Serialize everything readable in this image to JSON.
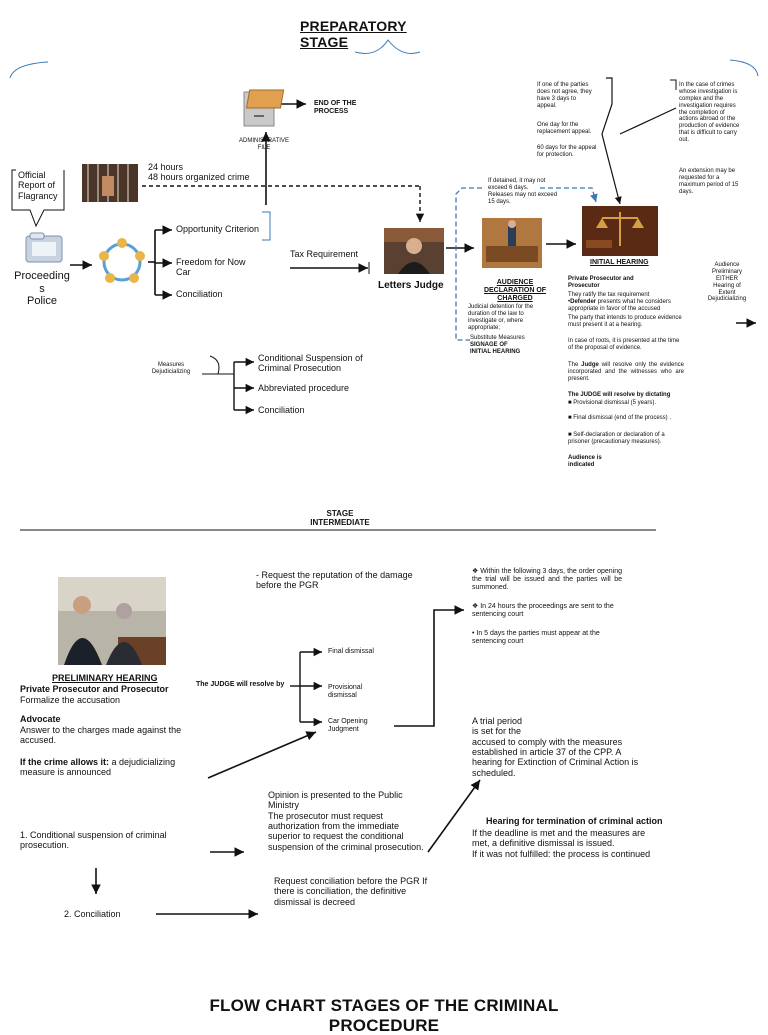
{
  "stage1": {
    "title": "PREPARATORY\nSTAGE",
    "official_report": "Official\nReport of\nFlagrancy",
    "proceedings_police": "Proceeding\ns\nPolice",
    "hours_24": "24 hours",
    "hours_48": "48 hours organized crime",
    "administrative_file": "ADMINISTRATIVE\nFILE",
    "end_process": "END OF THE\nPROCESS",
    "opportunity_criterion": "Opportunity Criterion",
    "freedom_now_car": "Freedom for Now\nCar",
    "conciliation": "Conciliation",
    "tax_requirement": "Tax Requirement",
    "letters_judge": "Letters Judge",
    "detained_note": "If detained, it may not\nexceed 6 days.\nReleases may not exceed\n15 days.",
    "audience_declaration": "AUDIENCE\nDECLARATION OF\nCHARGED",
    "judicial_detention": "Judicial detention for the\nduration of the law to\ninvestigate or, where\nappropriate;",
    "substitute_measures": "Substitute Measures",
    "signage_initial": "SIGNAGE                          OF\nINITIAL HEARING",
    "parties_disagree": "If one of the parties\ndoes not agree, they\nhave 3 days to\nappeal.",
    "one_day": "One day for the\nreplacement appeal.",
    "sixty_days": "60 days for the appeal\nfor protection.",
    "complex_crimes": "In the case of crimes\nwhose investigation is\ncomplex and the\ninvestigation requires\nthe completion of\nactions abroad or the\nproduction of evidence\nthat is difficult to carry\nout.",
    "extension": "An extension may be\nrequested for a\nmaximum period of 15\ndays.",
    "initial_hearing": "INITIAL HEARING",
    "audience_preliminary": "Audience\nPreliminary\nEITHER\nHearing of\nExtent\nDejudicializing",
    "private_prosecutor": "Private Prosecutor and\nProsecutor",
    "ratify": "They ratify the tax requirement",
    "defender_label": "Defender",
    "defender_text": " presents what he considers appropriate in favor of the accused",
    "party_evidence": "The party that intends to produce evidence must present it at a hearing.",
    "roots": "In case of roots, it is presented at the time of the proposal of evidence.",
    "judge_resolve_pre": "The ",
    "judge_word": "Judge",
    "judge_resolve_post": " will resolve only the evidence incorporated and the witnesses who are present.",
    "judge_dictating": "The JUDGE will resolve by dictating",
    "provisional_dismissal": "Provisional dismissal (5 years).",
    "final_dismissal_end": "Final dismissal (end of the process) .",
    "self_declaration": "Self-declaration or declaration of a prisoner (precautionary measures).",
    "audience_indicated": "Audience is\nindicated",
    "measures_dejudicializing": "Measures\nDejudicializing",
    "conditional_suspension": "Conditional Suspension of\nCriminal Prosecution",
    "abbreviated_procedure": "Abbreviated procedure",
    "conciliation2": "Conciliation"
  },
  "stage2": {
    "title": "STAGE\nINTERMEDIATE",
    "preliminary_hearing": "PRELIMINARY HEARING",
    "private_prosecutor": "Private Prosecutor and Prosecutor",
    "formalize": "Formalize the accusation",
    "advocate": "Advocate",
    "answer": "Answer to the charges made against the\naccused.",
    "crime_allows_label": "If the crime allows it:",
    "crime_allows_text": " a dejudicializing\nmeasure is announced",
    "reputation": "- Request the reputation of the damage\n   before the PGR",
    "judge_resolve_by": "The JUDGE will resolve by",
    "final_dismissal": "Final dismissal",
    "provisional_dismissal": "Provisional\ndismissal",
    "car_opening": "Car            Opening\nJudgment",
    "within_3_days": "Within the following 3 days, the order opening the trial will be issued and the parties will be summoned.",
    "in_24_hours": "In 24 hours the proceedings are sent to the sentencing court",
    "in_5_days": "• In 5 days the parties must appear at the sentencing court",
    "trial_period": "A trial period\nis set for the\naccused to comply with the measures\n      established in article 37 of the CPP. A\n      hearing for Extinction of Criminal Action is\n      scheduled.",
    "opinion": "Opinion is presented to the Public\nMinistry\nThe prosecutor must request\nauthorization from the immediate\nsuperior to request the conditional\nsuspension of the criminal prosecution.",
    "termination_title": "Hearing for termination of criminal action",
    "termination_text": "If the deadline is met and the measures are\nmet, a definitive dismissal is issued.\nIf it was not fulfilled: the process is continued",
    "conditional_suspension": "1. Conditional suspension of criminal\nprosecution.",
    "conciliation": "2. Conciliation",
    "request_conciliation": "Request conciliation before the PGR If\nthere is conciliation, the definitive\ndismissal is decreed"
  },
  "footer": {
    "title": "FLOW CHART STAGES OF THE CRIMINAL\nPROCEDURE"
  },
  "colors": {
    "ink": "#111111",
    "dashed_blue": "#3b78b5",
    "folder_blue": "#c7d3e3",
    "people_circle": "#e9b54a",
    "people_circle_alt": "#5aa0d8",
    "photo_brown": "#7a4a22"
  }
}
